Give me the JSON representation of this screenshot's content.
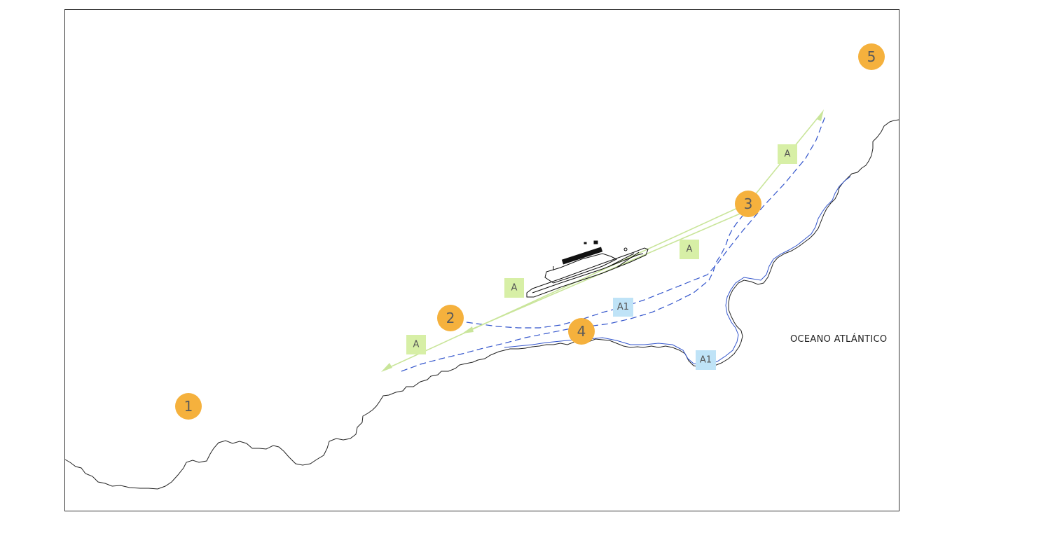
{
  "map": {
    "ocean_label": "OCEANO ATLÁNTICO",
    "colors": {
      "marker": "#f5b13d",
      "route_a": "#c9e59a",
      "route_a_box": "#d7efa6",
      "route_a1": "#3355cc",
      "route_a1_box": "#bfe3f7",
      "coast": "#222222",
      "frame": "#333333"
    },
    "markers": [
      {
        "label": "1"
      },
      {
        "label": "2"
      },
      {
        "label": "3"
      },
      {
        "label": "4"
      },
      {
        "label": "5"
      }
    ],
    "route_a_labels": [
      "A",
      "A",
      "A",
      "A"
    ],
    "route_a1_labels": [
      "A1",
      "A1"
    ]
  }
}
